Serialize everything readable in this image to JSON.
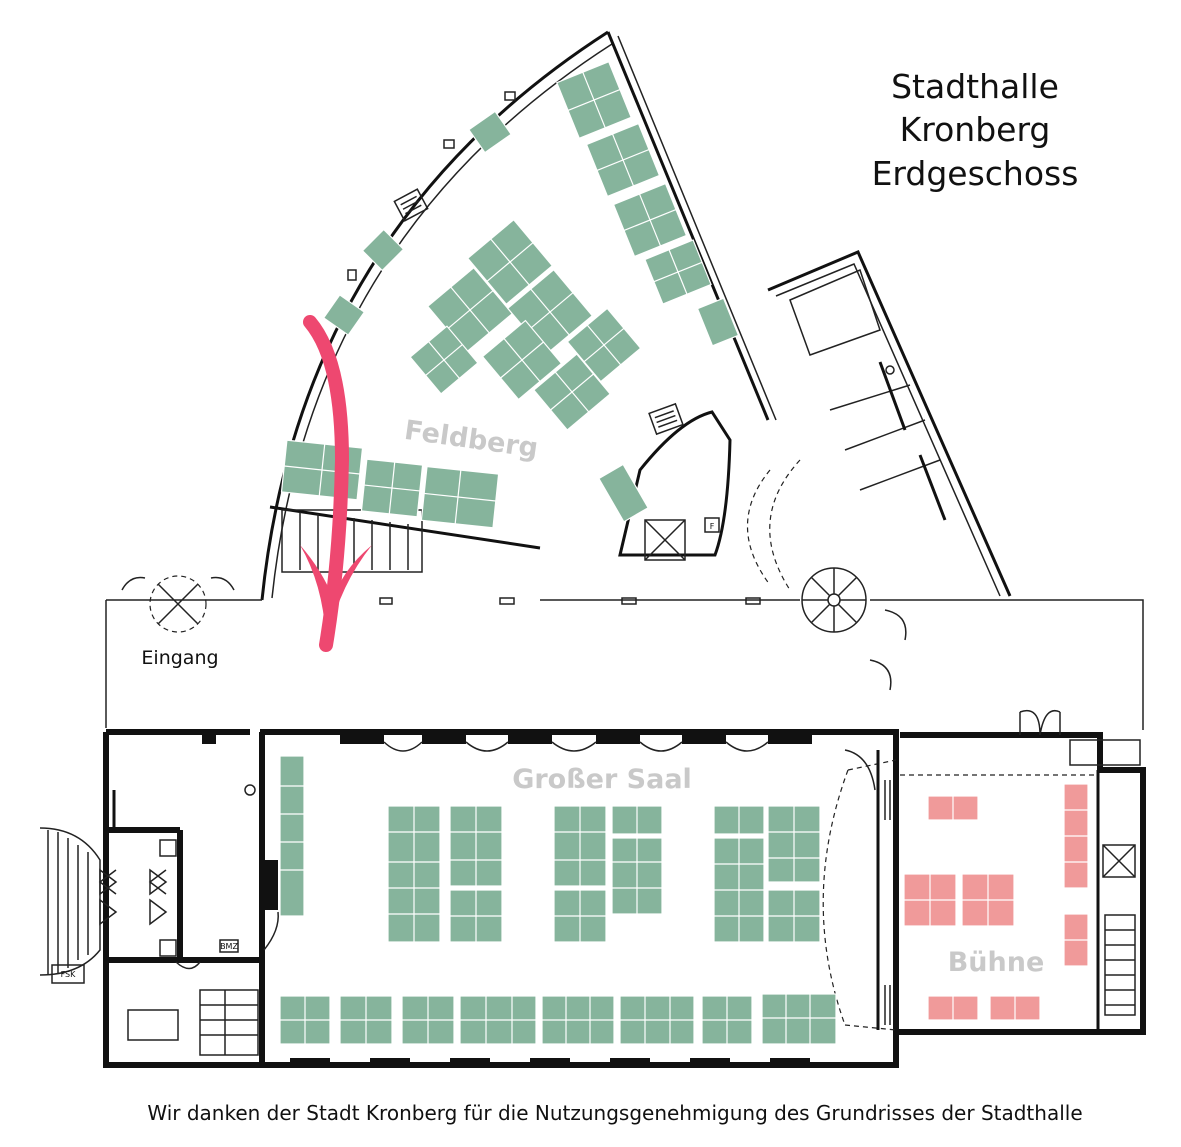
{
  "title": {
    "line1": "Stadthalle",
    "line2": "Kronberg",
    "line3": "Erdgeschoss"
  },
  "rooms": {
    "feldberg": "Feldberg",
    "grosser_saal": "Großer Saal",
    "buehne": "Bühne",
    "eingang": "Eingang"
  },
  "small_labels": {
    "fsk": "FSK",
    "bmz": "BMZ",
    "f": "F"
  },
  "credit": "Wir danken der Stadt Kronberg für die Nutzungsgenehmigung des Grundrisses der Stadthalle",
  "colors": {
    "seating_green": "#86b49c",
    "stage_pink": "#f09a9a",
    "arrow_pink": "#ee4870",
    "room_label_grey": "#c9c9c9"
  }
}
